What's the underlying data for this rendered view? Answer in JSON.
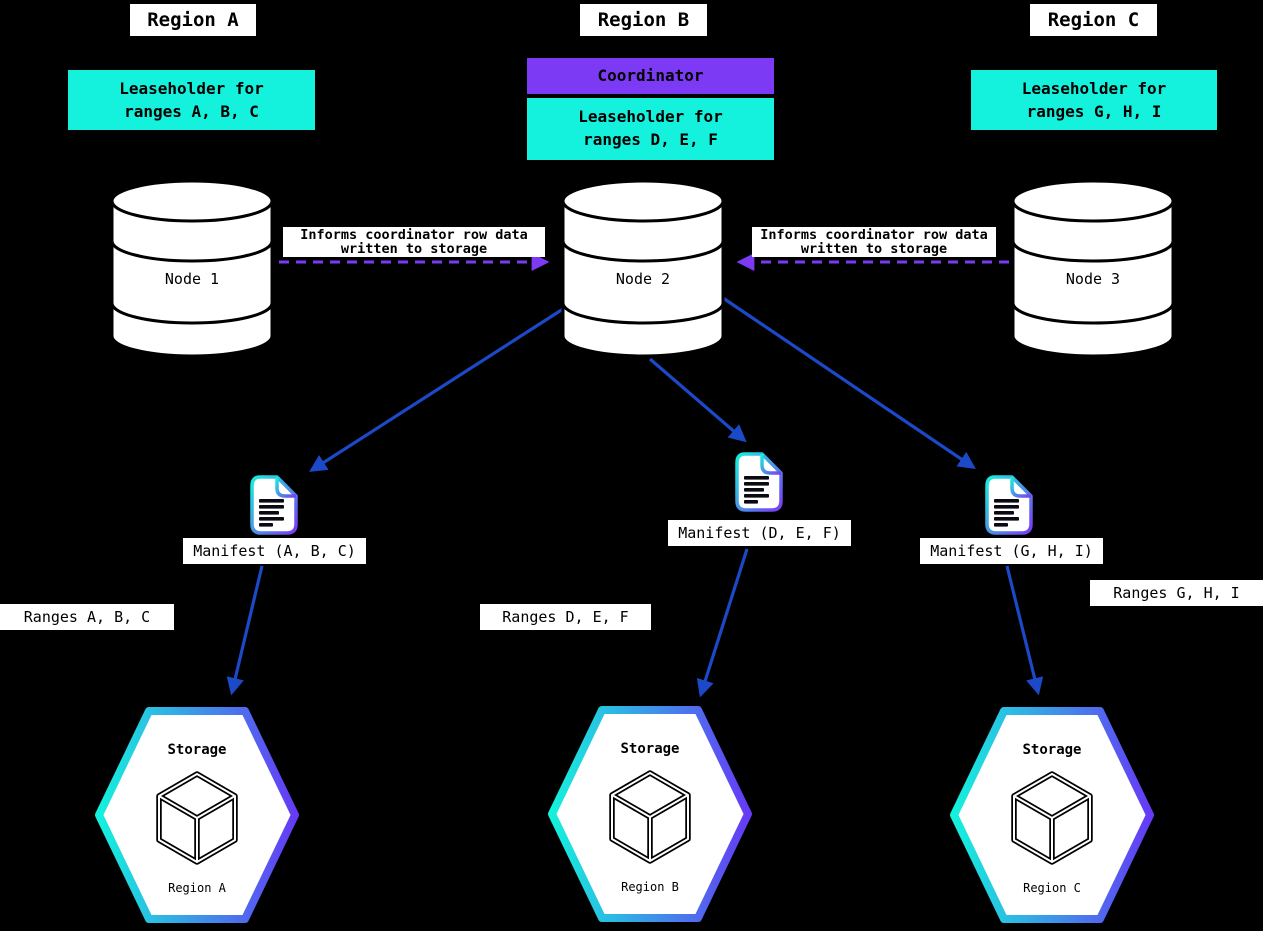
{
  "diagram": {
    "regions": [
      {
        "title": "Region A",
        "leaseholder": {
          "line1": "Leaseholder for",
          "line2": "ranges A, B, C"
        },
        "node": "Node 1",
        "manifest": "Manifest (A, B, C)",
        "ranges": "Ranges A, B, C",
        "storage": {
          "title": "Storage",
          "region": "Region A"
        }
      },
      {
        "title": "Region B",
        "coordinator": "Coordinator",
        "leaseholder": {
          "line1": "Leaseholder for",
          "line2": "ranges D, E, F"
        },
        "node": "Node 2",
        "manifest": "Manifest (D, E, F)",
        "ranges": "Ranges D, E, F",
        "storage": {
          "title": "Storage",
          "region": "Region B"
        }
      },
      {
        "title": "Region C",
        "leaseholder": {
          "line1": "Leaseholder for",
          "line2": "ranges G, H, I"
        },
        "node": "Node 3",
        "manifest": "Manifest (G, H, I)",
        "ranges": "Ranges G, H, I",
        "storage": {
          "title": "Storage",
          "region": "Region C"
        }
      }
    ],
    "informs": [
      {
        "line1": "Informs coordinator row data",
        "line2": "written to storage"
      },
      {
        "line1": "Informs coordinator row data",
        "line2": "written to storage"
      }
    ],
    "icons": {
      "node": "database-cylinder-icon",
      "manifest": "document-file-icon",
      "storage": "cube-in-hexagon-icon"
    },
    "colors": {
      "background": "#000000",
      "cyan": "#14F1DC",
      "purple": "#7C3AF5",
      "arrow_blue": "#1B49C8",
      "label_background": "#FFFFFF",
      "label_text": "#000000"
    }
  }
}
